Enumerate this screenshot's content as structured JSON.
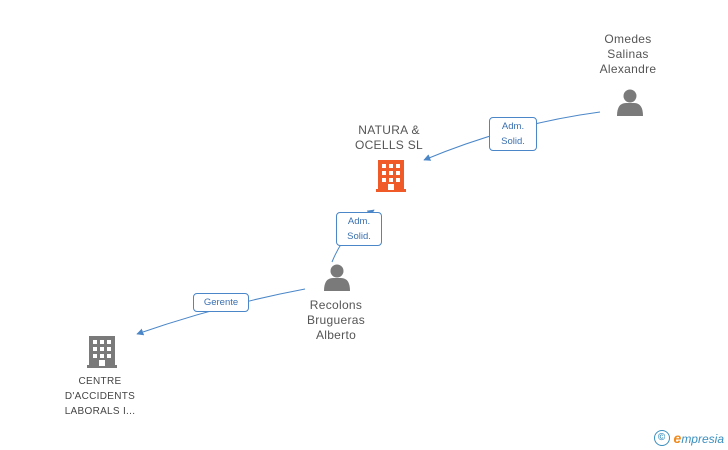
{
  "nodes": {
    "omedes": {
      "lines": [
        "Omedes",
        "Salinas",
        "Alexandre"
      ]
    },
    "natura": {
      "lines": [
        "NATURA &",
        "OCELLS SL"
      ]
    },
    "recolons": {
      "lines": [
        "Recolons",
        "Brugueras",
        "Alberto"
      ]
    },
    "centre": {
      "lines": [
        "CENTRE",
        "D'ACCIDENTS",
        "LABORALS I..."
      ]
    }
  },
  "edges": {
    "omedes_to_natura": {
      "lines": [
        "Adm.",
        "Solid."
      ]
    },
    "recolons_to_natura": {
      "lines": [
        "Adm.",
        "Solid."
      ]
    },
    "recolons_to_centre": {
      "lines": [
        "Gerente"
      ]
    }
  },
  "footer": {
    "copyright_symbol": "©",
    "brand_initial": "e",
    "brand_rest": "mpresia"
  },
  "colors": {
    "person": "#7a7a7a",
    "company_highlight": "#f05a28",
    "company": "#7a7a7a",
    "edge": "#4a86c8"
  }
}
